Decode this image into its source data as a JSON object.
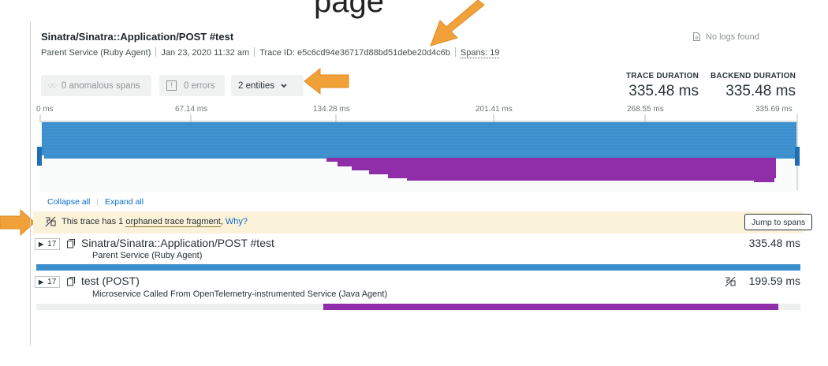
{
  "page_heading": "page",
  "trace": {
    "title": "Sinatra/Sinatra::Application/POST #test",
    "parent_service": "Parent Service (Ruby Agent)",
    "date": "Jan 23, 2020 11:32 am",
    "trace_id": "Trace ID: e5c6cd94e36717d88bd51debe20d4c6b",
    "spans": "Spans: 19",
    "no_logs": "No logs found"
  },
  "filters": {
    "anomalous": "0 anomalous spans",
    "errors": "0 errors",
    "entities": "2 entities"
  },
  "durations": {
    "trace_label": "TRACE DURATION",
    "trace_value": "335.48 ms",
    "backend_label": "BACKEND DURATION",
    "backend_value": "335.48 ms"
  },
  "ticks": [
    "0 ms",
    "67.14 ms",
    "134.28 ms",
    "201.41 ms",
    "268.55 ms",
    "335.69 ms"
  ],
  "controls": {
    "collapse_all": "Collapse all",
    "expand_all": "Expand all"
  },
  "banner": {
    "prefix": "This trace has 1",
    "link": "orphaned trace fragment",
    "suffix": ",",
    "why": "Why?",
    "jump": "Jump to spans"
  },
  "rows": [
    {
      "count": "17",
      "name": "Sinatra/Sinatra::Application/POST #test",
      "service": "Parent Service (Ruby Agent)",
      "duration": "335.48 ms",
      "bar_start": 0.0,
      "bar_end": 1.0
    },
    {
      "count": "17",
      "name": "test (POST)",
      "service": "Microservice Called From OpenTelemetry-instrumented Service (Java Agent)",
      "duration": "199.59 ms",
      "bar_start": 0.376,
      "bar_end": 0.971
    }
  ],
  "colors": {
    "ruby_span": "#3b8fcd",
    "java_span": "#8f2ea8",
    "arrow": "#f1a13a",
    "banner": "#faf2d9"
  }
}
